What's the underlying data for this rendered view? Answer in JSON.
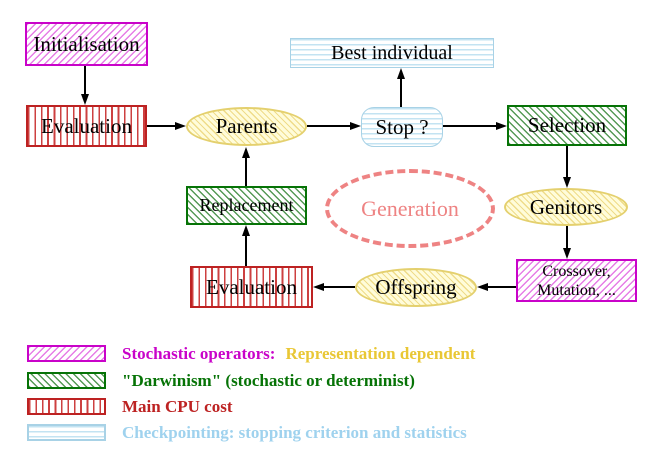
{
  "diagram": {
    "nodes": {
      "initialisation": {
        "label": "Initialisation",
        "style": "magenta-diagonal-hatch"
      },
      "best_individual": {
        "label": "Best individual",
        "style": "cyan-horizontal-stripes"
      },
      "evaluation_top": {
        "label": "Evaluation",
        "style": "red-vertical-stripes"
      },
      "parents": {
        "label": "Parents",
        "style": "yellow-hatched-ellipse"
      },
      "stop": {
        "label": "Stop ?",
        "style": "cyan-horizontal-stripes-rounded"
      },
      "selection": {
        "label": "Selection",
        "style": "green-diagonal-hatch"
      },
      "replacement": {
        "label": "Replacement",
        "style": "green-diagonal-hatch"
      },
      "generation": {
        "label": "Generation",
        "style": "salmon-dashed-ellipse"
      },
      "genitors": {
        "label": "Genitors",
        "style": "yellow-hatched-ellipse"
      },
      "crossover_mutation": {
        "label_line1": "Crossover,",
        "label_line2": "Mutation, ...",
        "style": "magenta-diagonal-hatch"
      },
      "offspring": {
        "label": "Offspring",
        "style": "yellow-hatched-ellipse"
      },
      "evaluation_bottom": {
        "label": "Evaluation",
        "style": "red-vertical-stripes"
      }
    },
    "flow": [
      "Initialisation -> Evaluation",
      "Evaluation -> Parents",
      "Parents -> Stop ?",
      "Stop ? -> Best individual",
      "Stop ? -> Selection",
      "Selection -> Genitors",
      "Genitors -> Crossover, Mutation, ...",
      "Crossover, Mutation, ... -> Offspring",
      "Offspring -> Evaluation",
      "Evaluation -> Replacement",
      "Replacement -> Parents"
    ],
    "legend": {
      "items": [
        {
          "swatch": "magenta-diagonal-hatch",
          "text": "Stochastic operators:",
          "text2": "Representation dependent"
        },
        {
          "swatch": "green-diagonal-hatch",
          "text": "\"Darwinism\" (stochastic or determinist)"
        },
        {
          "swatch": "red-vertical-stripes",
          "text": "Main CPU cost"
        },
        {
          "swatch": "cyan-horizontal-stripes",
          "text": "Checkpointing: stopping criterion and statistics"
        }
      ]
    },
    "colors": {
      "magenta": "#c903c9",
      "gold": "#e9c735",
      "green": "#067306",
      "red": "#bd2222",
      "cyan_border": "#a8d2e6",
      "cyan_text": "#9fd2ee",
      "salmon": "#ee8383",
      "yellow_fill": "#fffcda",
      "yellow_border": "#e4d06e",
      "line": "#000000"
    }
  }
}
